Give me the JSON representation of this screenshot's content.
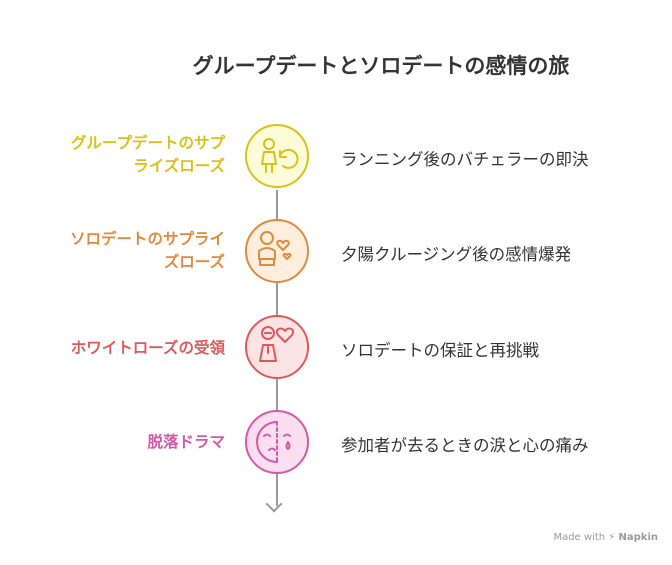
{
  "title": "グループデートとソロデートの感情の旅",
  "steps": [
    {
      "left_line1": "グループデートのサプ",
      "left_line2": "ライズローズ",
      "right": "ランニング後のバチェラーの即決",
      "color": "#d9c217",
      "fill": "#fdfbd8",
      "icon": "person-refresh-icon"
    },
    {
      "left_line1": "ソロデートのサプライ",
      "left_line2": "ズローズ",
      "right": "夕陽クルージング後の感情爆発",
      "color": "#e08a3c",
      "fill": "#fdeede",
      "icon": "person-hearts-icon"
    },
    {
      "left_line1": "ホワイトローズの受領",
      "left_line2": "",
      "right": "ソロデートの保証と再挑戦",
      "color": "#de5a5a",
      "fill": "#fde4e4",
      "icon": "person-heart-icon"
    },
    {
      "left_line1": "脱落ドラマ",
      "left_line2": "",
      "right": "参加者が去るときの涙と心の痛み",
      "color": "#d458a8",
      "fill": "#fbdff0",
      "icon": "crying-face-icon"
    }
  ],
  "footer": {
    "made_with": "Made with",
    "brand": "Napkin"
  }
}
